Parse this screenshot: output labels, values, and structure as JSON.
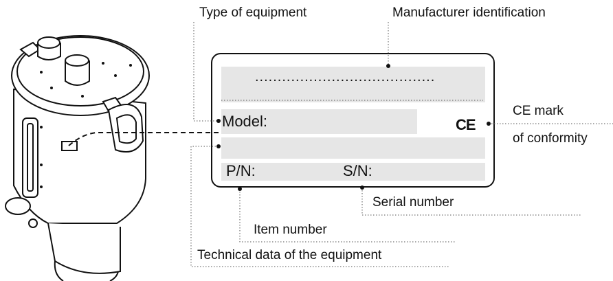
{
  "callouts": {
    "type_of_equipment": "Type of equipment",
    "manufacturer_identification": "Manufacturer identification",
    "ce_mark_line1": "CE mark",
    "ce_mark_line2": "of conformity",
    "serial_number": "Serial number",
    "item_number": "Item number",
    "technical_data": "Technical data of the equipment"
  },
  "nameplate": {
    "manufacturer_placeholder": "........................................",
    "model_label": "Model:",
    "ce_symbol": "CE",
    "pn_label": "P/N:",
    "sn_label": "S/N:"
  },
  "icons": {
    "equipment": "dryer-hopper-icon",
    "ce_mark": "ce-mark-icon"
  }
}
